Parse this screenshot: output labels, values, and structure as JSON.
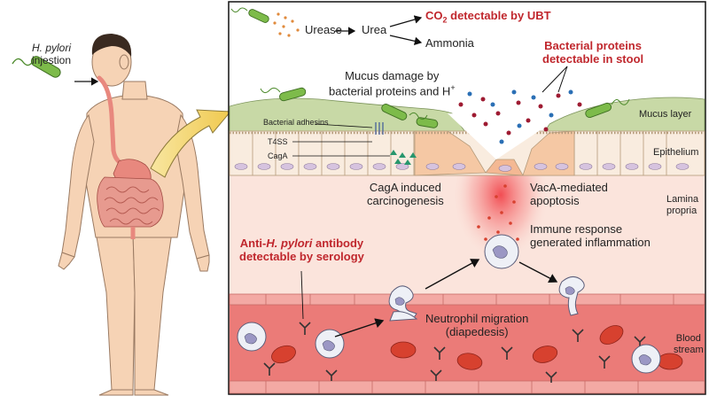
{
  "labels": {
    "hpylori_italic": "H. pylori",
    "injestion": "injestion",
    "urease": "Urease",
    "urea": "Urea",
    "co2_main": "CO",
    "co2_sub": "2",
    "co2_rest": " detectable by UBT",
    "ammonia": "Ammonia",
    "bact_proteins_1": "Bacterial proteins",
    "bact_proteins_2": "detectable in stool",
    "mucus_damage_1": "Mucus damage  by",
    "mucus_damage_2": "bacterial proteins and H",
    "mucus_damage_sup": "+",
    "mucus_layer": "Mucus layer",
    "epithelium": "Epithelium",
    "lamina_1": "Lamina",
    "lamina_2": "propria",
    "bacterial_adhesins": "Bacterial adhesins",
    "t4ss": "T4SS",
    "caga": "CagA",
    "caga_induced_1": "CagA induced",
    "caga_induced_2": "carcinogenesis",
    "vaca_1": "VacA-mediated",
    "vaca_2": "apoptosis",
    "immune_1": "Immune response",
    "immune_2": "generated inflammation",
    "anti_pre": "Anti-",
    "anti_italic": "H. pylori",
    "anti_post": " antibody",
    "anti_2": "detectable by serology",
    "neutrophil_1": "Neutrophil migration",
    "neutrophil_2": "(diapedesis)",
    "blood_1": "Blood",
    "blood_2": "stream"
  },
  "colors": {
    "skin": "#f6d3b5",
    "skin_line": "#9a7a62",
    "hair": "#3a2a20",
    "stomach": "#e8887e",
    "intestine": "#e79a8f",
    "mucus": "#c8d9a6",
    "epithelium": "#f9ecdf",
    "epithelium_damaged": "#f5c8a4",
    "lamina": "#fbe4dc",
    "vessel_wall": "#f3a9a4",
    "blood": "#eb7b78",
    "rbc": "#d7412f",
    "bacterium": "#7dbb4a",
    "highlight_red": "#c0272d",
    "dot_red": "#9e1b32",
    "dot_blue": "#2a6fb5",
    "urease_dot": "#e08a3c",
    "caga_green": "#27966d",
    "arrow_yellow": "#f4d572"
  }
}
